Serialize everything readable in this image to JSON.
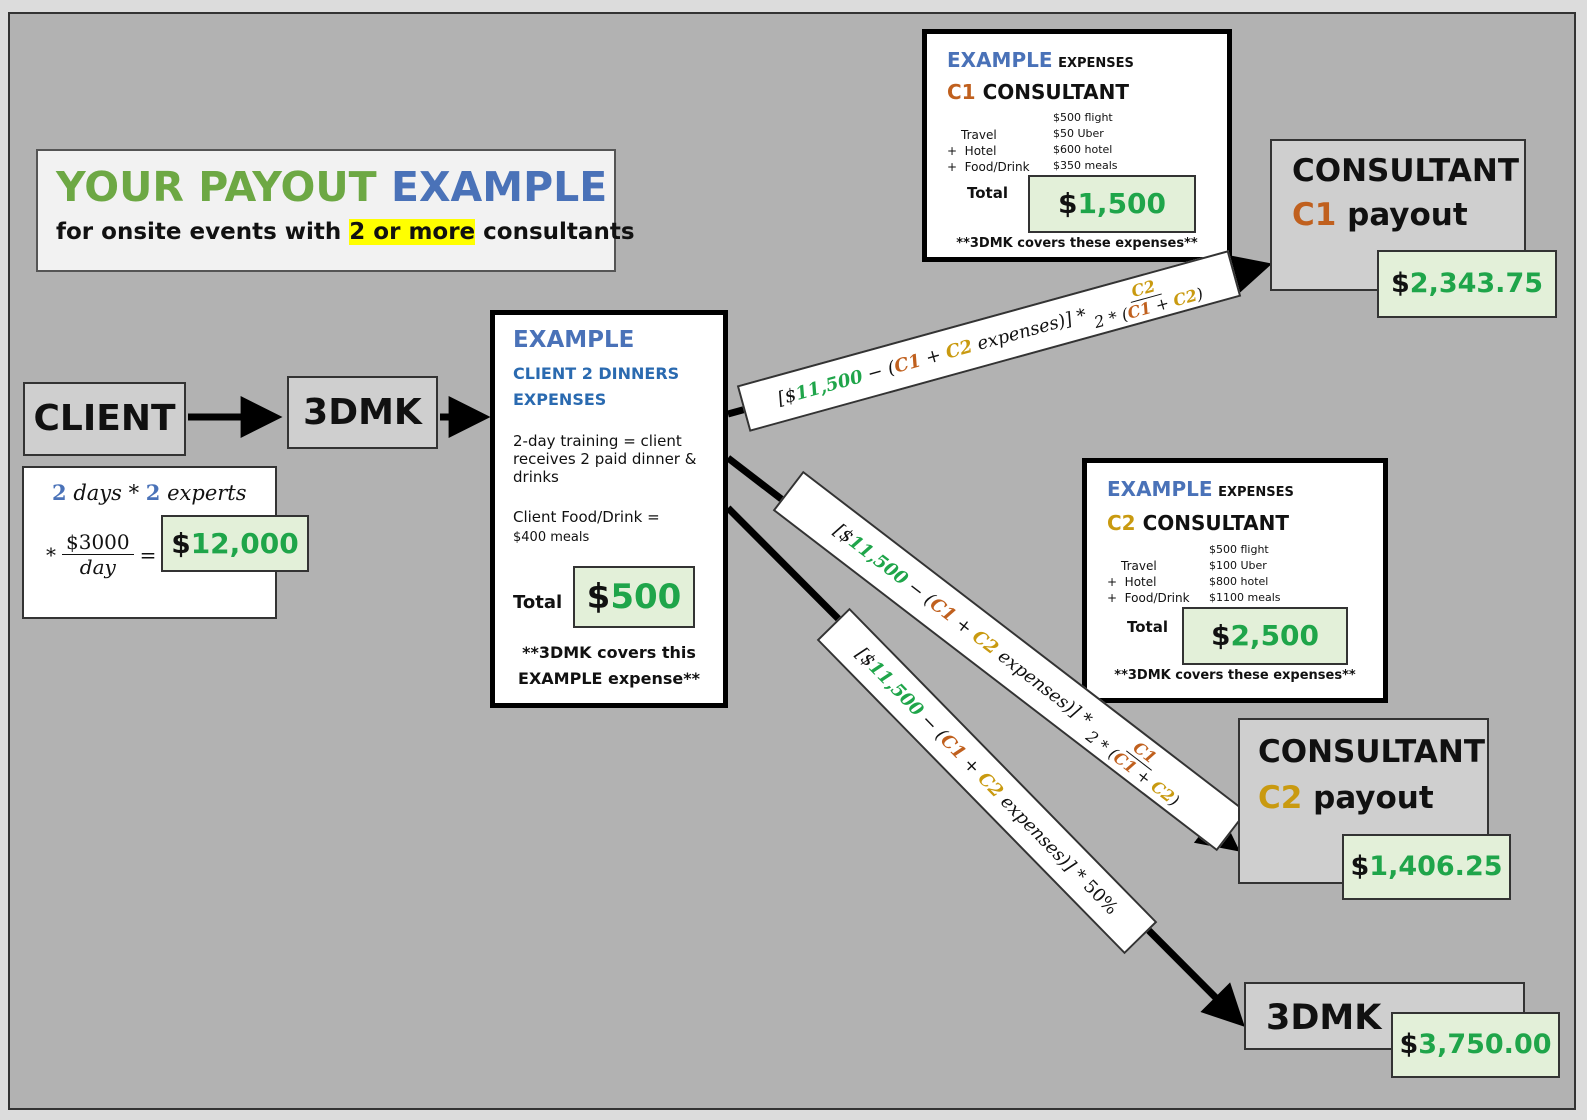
{
  "header": {
    "title_part1": "YOUR PAYOUT",
    "title_part2": "EXAMPLE",
    "subtitle_pre": "for onsite events with",
    "subtitle_highlight": "2 or more",
    "subtitle_post": "consultants"
  },
  "client": {
    "label": "CLIENT",
    "days_num": "2",
    "days_word": "days",
    "times": "*",
    "experts_num": "2",
    "experts_word": "experts",
    "rate_num": "$3000",
    "rate_den": "day",
    "eq": "=",
    "total_dollar": "$",
    "total_value": "12,000"
  },
  "dmk": {
    "label": "3DMK"
  },
  "client_expenses": {
    "title": "EXAMPLE",
    "subtitle": "CLIENT 2 DINNERS EXPENSES",
    "desc": "2-day training = client receives 2 paid dinner & drinks",
    "food_label": "Client Food/Drink =",
    "food_value": "$400 meals",
    "total_label": "Total",
    "total_dollar": "$",
    "total_value": "500",
    "note": "**3DMK covers this EXAMPLE expense**"
  },
  "c1_expenses": {
    "example": "EXAMPLE",
    "expenses": "EXPENSES",
    "code": "C1",
    "role": "CONSULTANT",
    "items_left": [
      "Travel",
      "+  Hotel",
      "+  Food/Drink"
    ],
    "items_right": [
      "$500 flight",
      "$50 Uber",
      "$600 hotel",
      "$350 meals"
    ],
    "total_label": "Total",
    "total_dollar": "$",
    "total_value": "1,500",
    "note": "**3DMK covers these expenses**"
  },
  "c2_expenses": {
    "example": "EXAMPLE",
    "expenses": "EXPENSES",
    "code": "C2",
    "role": "CONSULTANT",
    "items_left": [
      "Travel",
      "+  Hotel",
      "+  Food/Drink"
    ],
    "items_right": [
      "$500 flight",
      "$100 Uber",
      "$800 hotel",
      "$1100 meals"
    ],
    "total_label": "Total",
    "total_dollar": "$",
    "total_value": "2,500",
    "note": "**3DMK covers these expenses**"
  },
  "payouts": {
    "c1": {
      "role": "CONSULTANT",
      "code": "C1",
      "word": "payout",
      "dollar": "$",
      "value": "2,343.75"
    },
    "c2": {
      "role": "CONSULTANT",
      "code": "C2",
      "word": "payout",
      "dollar": "$",
      "value": "1,406.25"
    },
    "dmk": {
      "label": "3DMK",
      "dollar": "$",
      "value": "3,750.00"
    }
  },
  "formulas": {
    "open": "[$",
    "amount": "11,500",
    "minus": " − (",
    "c1": "C1",
    "plus": " + ",
    "c2": "C2",
    "close": " expenses)] *",
    "den_pre": "2 * (",
    "den_post": ")",
    "fifty": " 50%"
  },
  "colors": {
    "background": "#b2b2b2",
    "money_green": "#1fa54a",
    "title_green": "#6da844",
    "title_blue": "#4a72b8",
    "c1_orange": "#c0601e",
    "c2_gold": "#c99a10",
    "highlight": "#ffff00",
    "money_box": "#e3f0d9"
  }
}
